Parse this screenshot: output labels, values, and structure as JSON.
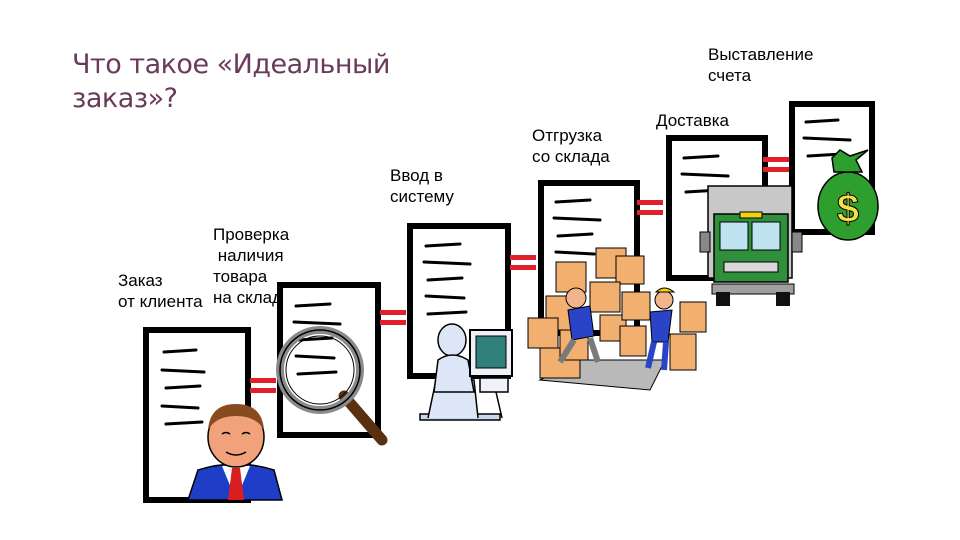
{
  "title": {
    "line1": "Что такое «Идеальный",
    "line2": "заказ»?"
  },
  "steps": [
    {
      "id": "order",
      "lines": [
        "Заказ",
        "от клиента"
      ]
    },
    {
      "id": "check",
      "lines": [
        "Проверка",
        " наличия",
        "товара",
        "на складе"
      ]
    },
    {
      "id": "entry",
      "lines": [
        "Ввод в",
        "систему"
      ]
    },
    {
      "id": "shipment",
      "lines": [
        "Отгрузка",
        "со склада"
      ]
    },
    {
      "id": "delivery",
      "lines": [
        "Доставка"
      ]
    },
    {
      "id": "invoice",
      "lines": [
        "Выставление",
        "счета"
      ]
    }
  ],
  "dollar_symbol": "$",
  "colors": {
    "title": "#6a3a5a",
    "connector": "#e0202a",
    "money_bag": "#2e9e2e",
    "truck": "#2f8f3a",
    "box": "#f1b070"
  }
}
